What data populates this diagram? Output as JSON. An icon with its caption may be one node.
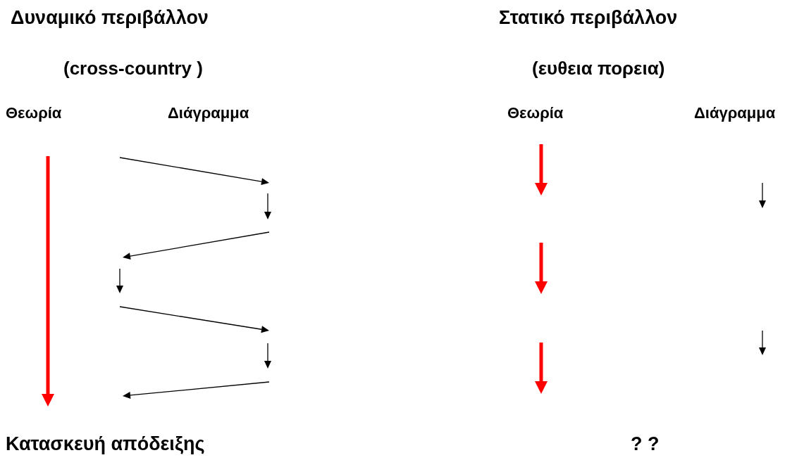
{
  "diagram": {
    "labels": [
      "Δυναμικό περιβάλλον",
      "Στατικό περιβάλλον",
      "(cross-country )",
      "(ευθεια πορεια)",
      "Θεωρία",
      "Διάγραμμα",
      "Θεωρία",
      "Διάγραμμα",
      "Κατασκευή απόδειξης",
      "? ?"
    ]
  }
}
